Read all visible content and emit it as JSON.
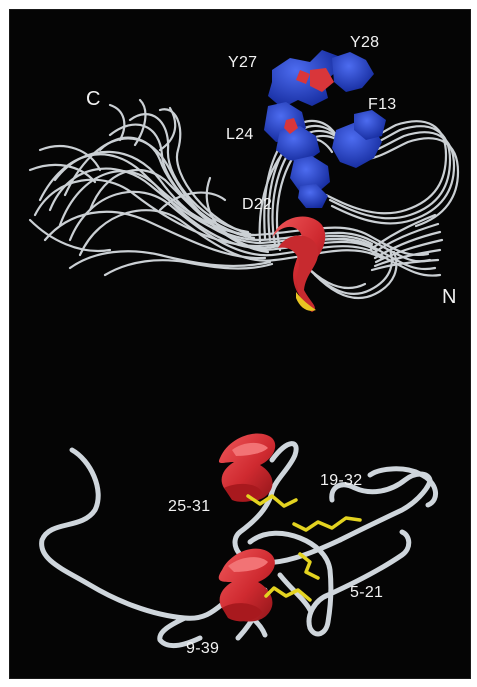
{
  "top_panel": {
    "terminus_c": "C",
    "terminus_n": "N",
    "residues": [
      "Y27",
      "Y28",
      "F13",
      "L24",
      "D22"
    ]
  },
  "bottom_panel": {
    "disulfide_bonds": [
      "25-31",
      "19-32",
      "5-21",
      "9-39"
    ]
  },
  "colors": {
    "background": "#050505",
    "backbone": "#d8dde2",
    "helix": "#d9363a",
    "side_chain": "#2340c8",
    "disulfide": "#e3d320"
  }
}
